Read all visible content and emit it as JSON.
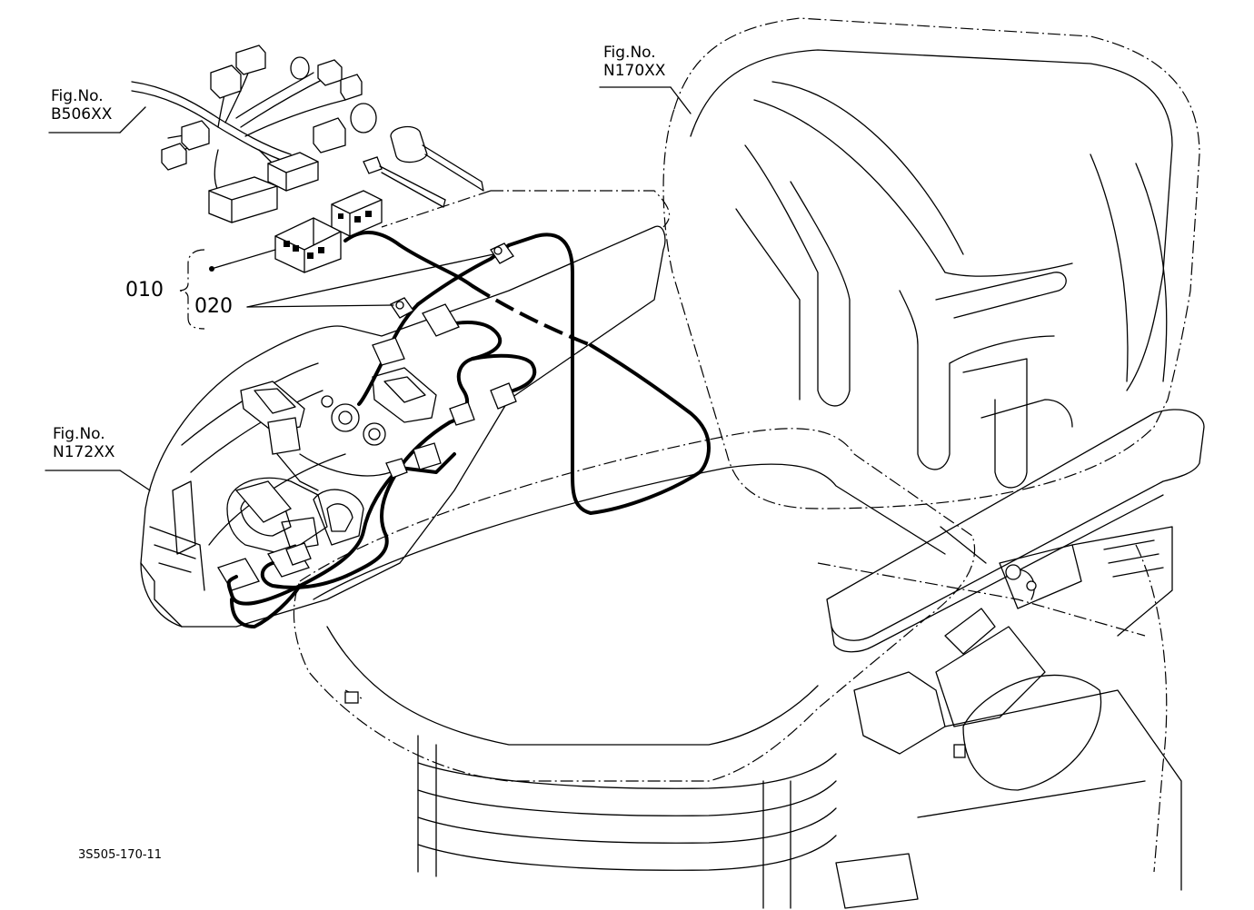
{
  "callouts": {
    "b506": {
      "label": "Fig.No.",
      "code": "B506XX"
    },
    "n170": {
      "label": "Fig.No.",
      "code": "N170XX"
    },
    "n172": {
      "label": "Fig.No.",
      "code": "N172XX"
    }
  },
  "parts": {
    "p010": "010",
    "p020": "020"
  },
  "drawing_id": "3S505-170-11"
}
